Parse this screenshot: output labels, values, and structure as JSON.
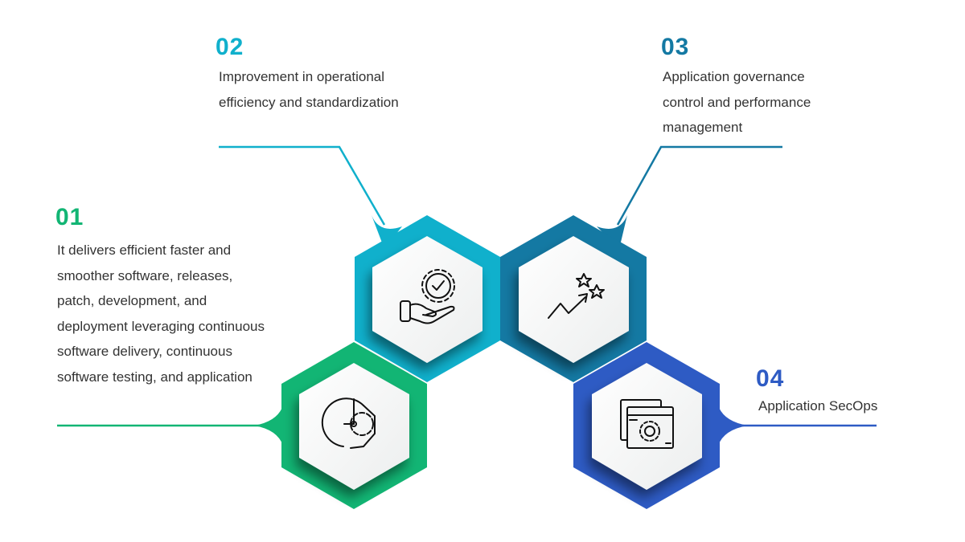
{
  "colors": {
    "s1": "#12b574",
    "s2": "#10b0cc",
    "s3": "#1479a3",
    "s4": "#2e5bc4",
    "text": "#333333"
  },
  "steps": [
    {
      "number": "01",
      "text": "It delivers efficient faster and smoother software, releases, patch, development, and deployment leveraging continuous software delivery, continuous software testing, and application",
      "icon": "speedometer-gear-icon"
    },
    {
      "number": "02",
      "text": "Improvement in operational efficiency and standardization",
      "icon": "hand-gear-check-icon"
    },
    {
      "number": "03",
      "text": "Application governance control and performance management",
      "icon": "growth-arrow-stars-icon"
    },
    {
      "number": "04",
      "text": "Application SecOps",
      "icon": "browser-settings-icon"
    }
  ]
}
